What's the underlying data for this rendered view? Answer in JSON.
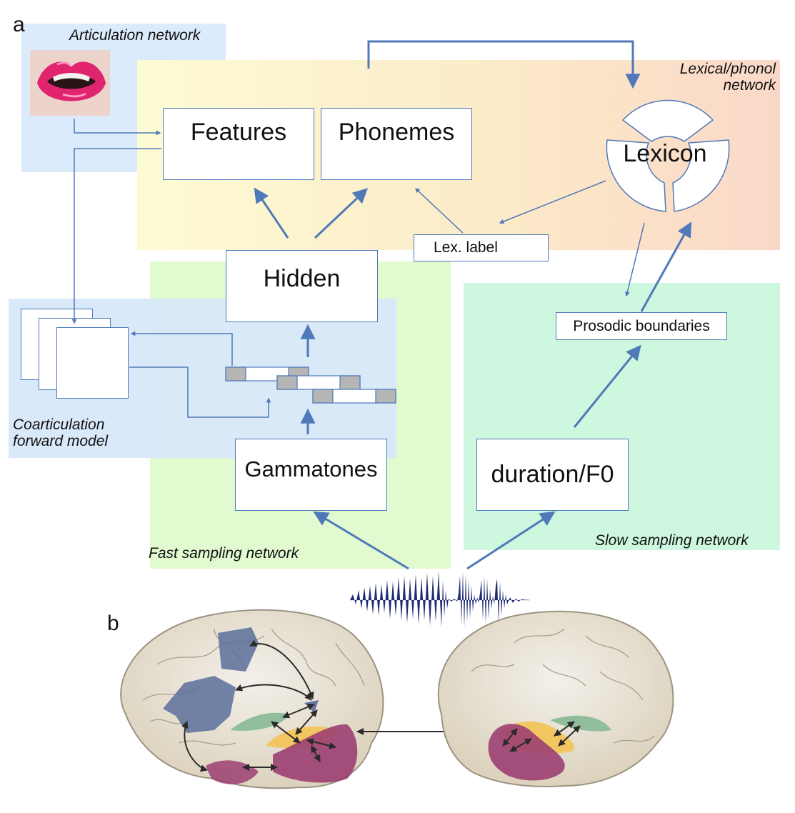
{
  "panels": {
    "a": "a",
    "b": "b"
  },
  "networks": {
    "articulation": "Articulation network",
    "lexical_line1": "Lexical/phonol",
    "lexical_line2": "network",
    "coarticulation_line1": "Coarticulation",
    "coarticulation_line2": "forward model",
    "fast": "Fast sampling network",
    "slow": "Slow sampling network"
  },
  "nodes": {
    "features": "Features",
    "phonemes": "Phonemes",
    "lexicon": "Lexicon",
    "hidden": "Hidden",
    "lex_label": "Lex. label",
    "prosodic": "Prosodic boundaries",
    "gammatones": "Gammatones",
    "duration": "duration/F0"
  },
  "colors": {
    "arrow": "#4f79b8",
    "articulation_bg": "#dcebfb",
    "lexical_bg_left": "#fdfbd5",
    "lexical_bg_right": "#fad8c8",
    "fast_bg": "#e2fad0",
    "slow_bg": "#cdf7de",
    "coarticulation_bg": "#d8e8fa",
    "brain_blue": "#5a6f9a",
    "brain_purple": "#9c3f72",
    "brain_yellow": "#f2c661",
    "brain_green": "#86b996",
    "waveform": "#1f2d74"
  },
  "icons": [
    "lips-icon",
    "waveform-icon",
    "left-hemisphere-icon",
    "right-hemisphere-icon"
  ]
}
